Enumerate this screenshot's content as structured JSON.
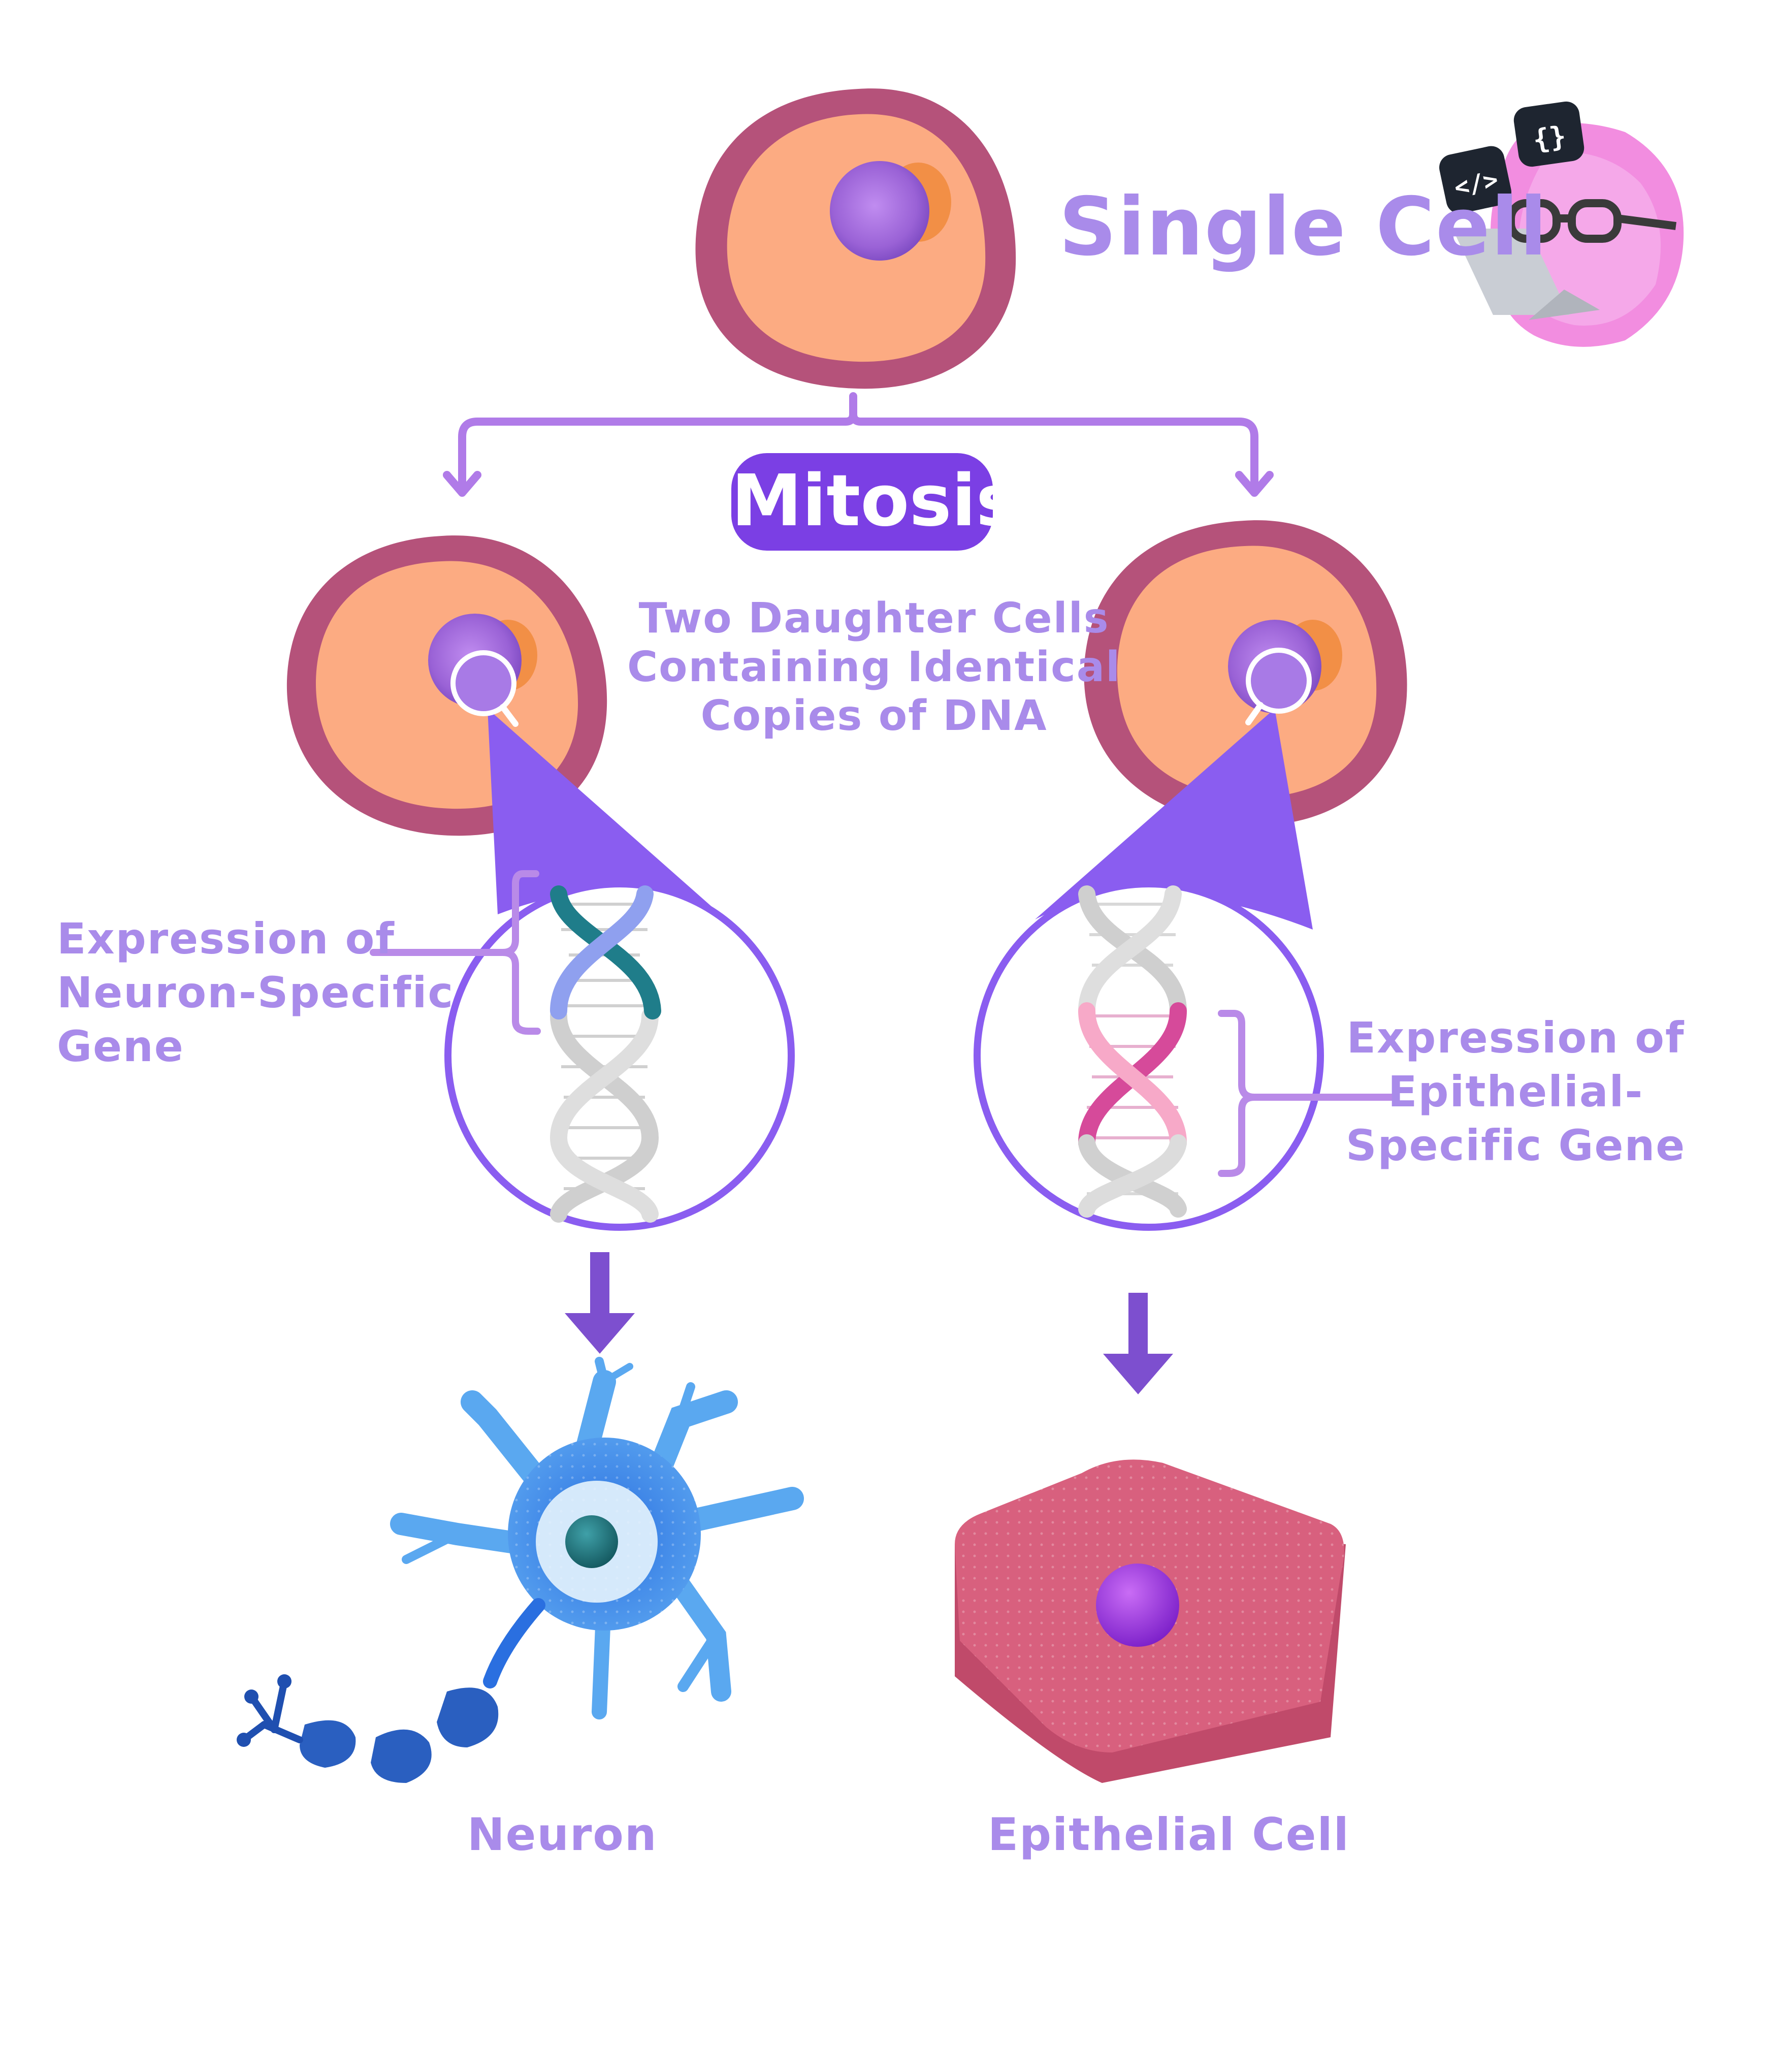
{
  "labels": {
    "single_cell": "Single Cell",
    "mitosis": "Mitosis",
    "daughter_cells": [
      "Two Daughter Cells",
      "Containing Identical",
      "Copies of DNA"
    ],
    "neuron_expression": [
      "Expression of",
      "Neuron-Specific",
      "Gene"
    ],
    "epithelial_expression": [
      "Expression of",
      "Epithelial-",
      "Specific Gene"
    ],
    "neuron": "Neuron",
    "epithelial_cell": "Epithelial Cell"
  },
  "mascot": {
    "badge_1": "{}",
    "badge_2": "</>"
  },
  "icons": [
    "magnifier-icon",
    "dna-helix-icon",
    "down-arrow-icon",
    "mascot-icon",
    "laptop-icon",
    "glasses-icon"
  ],
  "colors": {
    "label": "#a98bea",
    "accent": "#7b3fe4",
    "cell_membrane": "#b5527a",
    "cytoplasm": "#fcab82",
    "nucleus": "#a06ad6",
    "neuron": "#1f5fd6",
    "epithelial": "#d8607e",
    "dna_neuron_highlight": "#1f7d8a",
    "dna_epithelial_highlight": "#d64a9a"
  }
}
